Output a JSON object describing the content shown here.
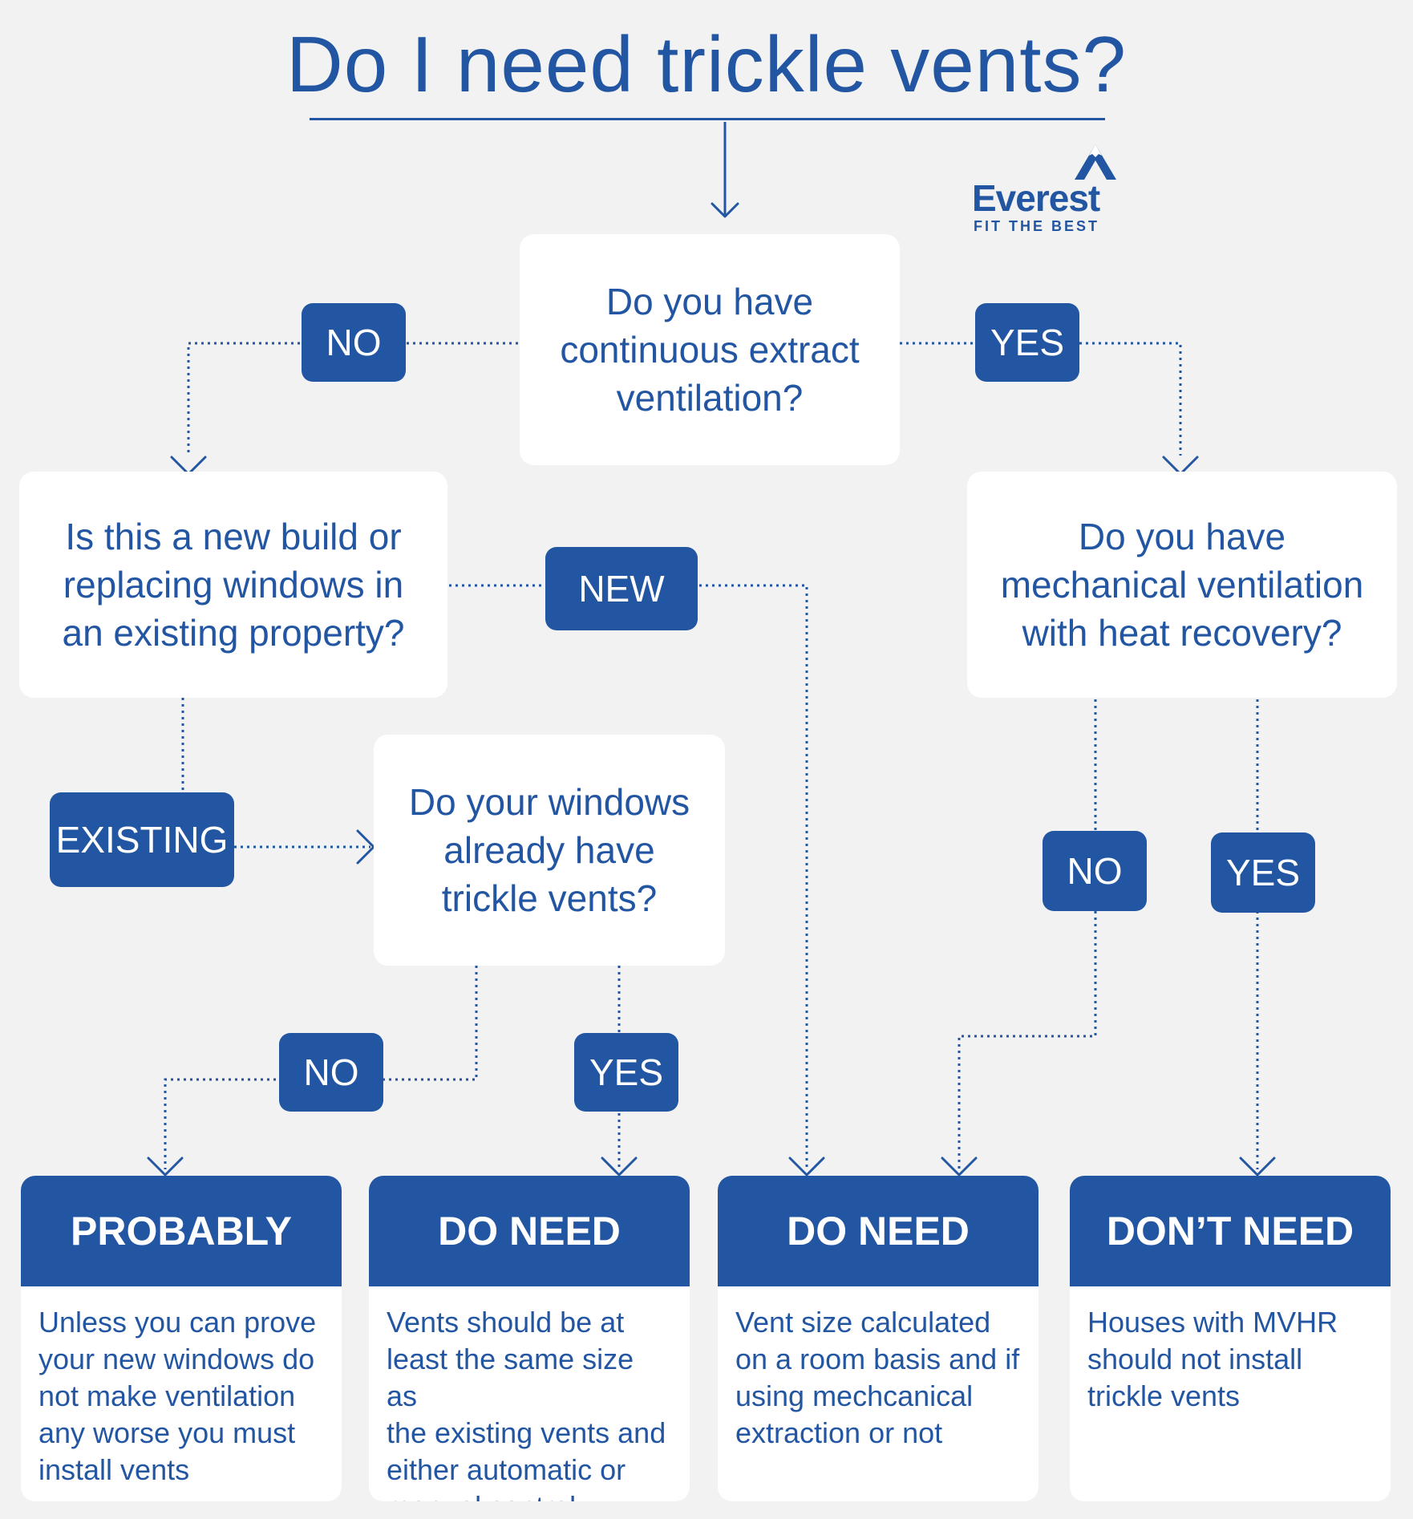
{
  "title": "Do I need trickle vents?",
  "logo": {
    "name": "Everest",
    "tagline": "FIT THE BEST"
  },
  "questions": {
    "q1": "Do you have\ncontinuous extract\nventilation?",
    "q2": "Is this a new build or\nreplacing windows in\nan existing property?",
    "q3": "Do you have\nmechanical ventilation\nwith heat recovery?",
    "q4": "Do your windows\nalready have\ntrickle vents?"
  },
  "labels": {
    "q1_no": "NO",
    "q1_yes": "YES",
    "q2_new": "NEW",
    "q2_existing": "EXISTING",
    "q3_no": "NO",
    "q3_yes": "YES",
    "q4_no": "NO",
    "q4_yes": "YES"
  },
  "outcomes": [
    {
      "heading": "PROBABLY",
      "text": "Unless you can prove\nyour new windows do\nnot make ventilation\nany worse you must\ninstall vents"
    },
    {
      "heading": "DO NEED",
      "text": "Vents should be at\nleast the same size as\nthe existing vents and\neither automatic or\nmanual control"
    },
    {
      "heading": "DO NEED",
      "text": "Vent size calculated\non a room basis and if\nusing mechcanical\nextraction or not"
    },
    {
      "heading": "DON’T NEED",
      "text": "Houses with MVHR\nshould not install\ntrickle vents"
    }
  ],
  "colors": {
    "brand": "#2356a2",
    "background": "#f2f2f2",
    "panel": "#ffffff"
  }
}
